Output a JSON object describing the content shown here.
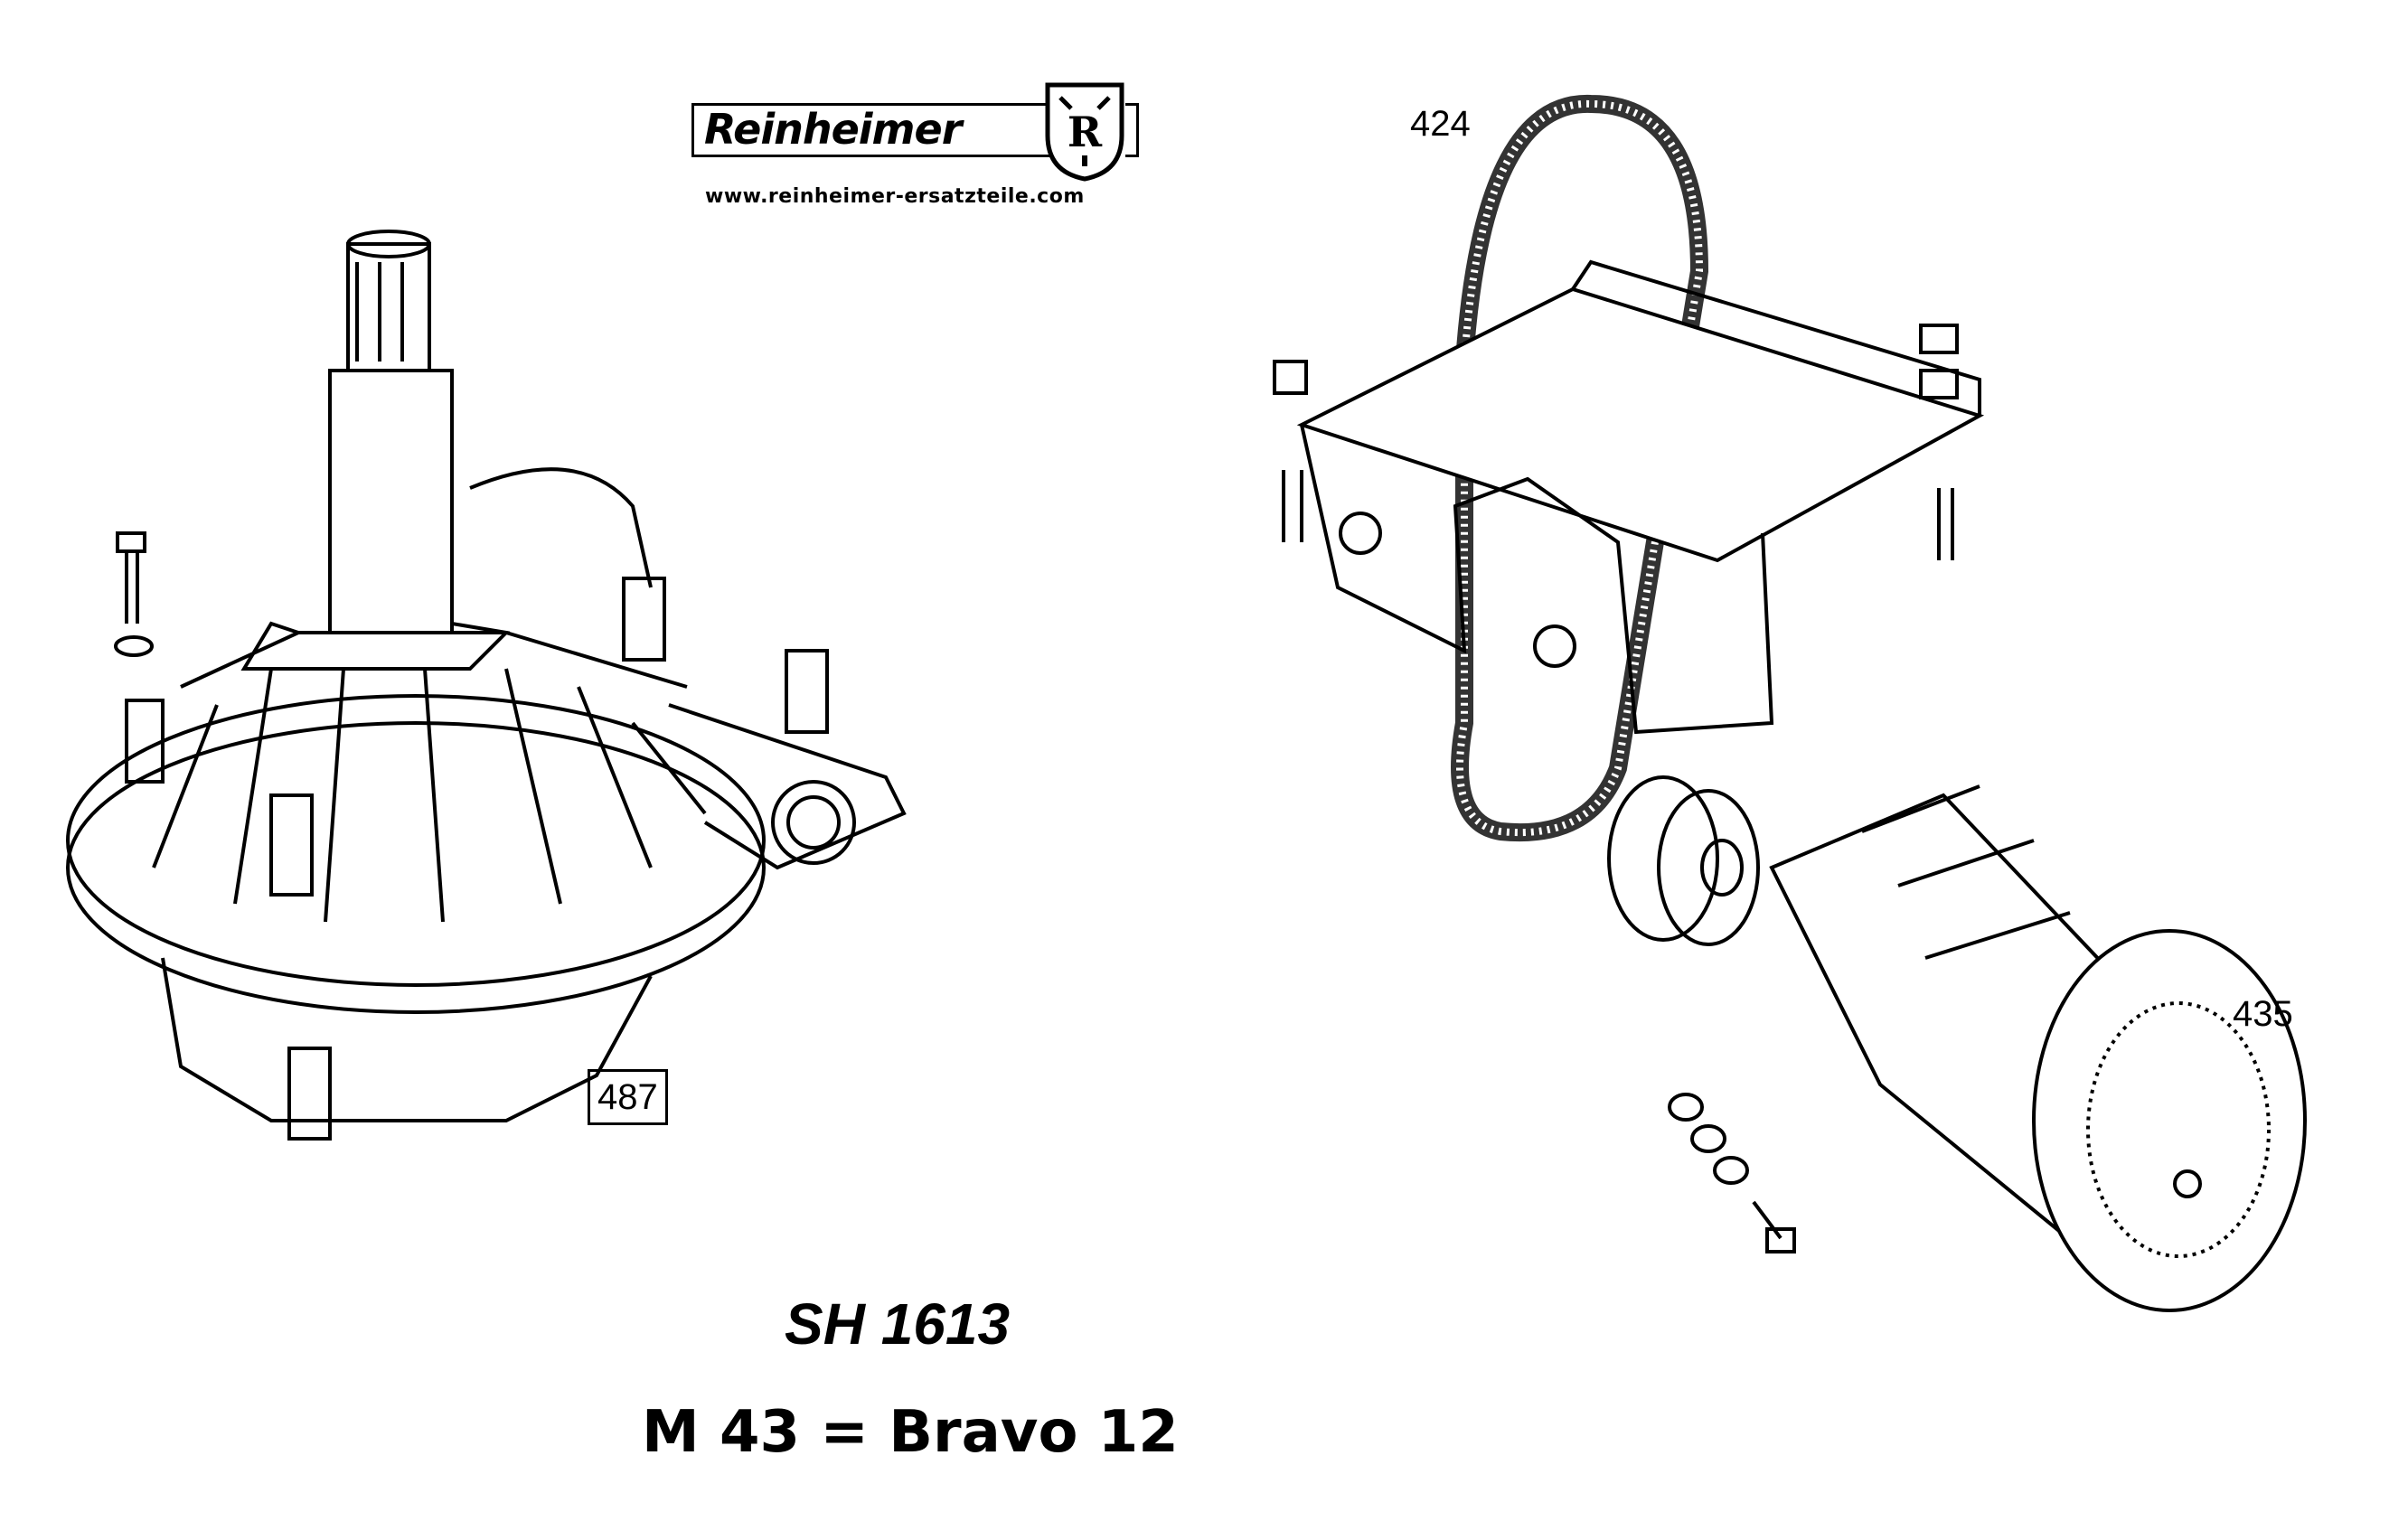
{
  "logo": {
    "brand": "Reinheimer",
    "emblem_letter": "R"
  },
  "url": "www.reinheimer-ersatzteile.com",
  "callouts": {
    "part_424": "424",
    "part_435": "435",
    "part_487": "487"
  },
  "drawing_code": "SH 1613",
  "model_line": "M 43 = Bravo 12",
  "icons": {
    "gearbox": "gearbox-drawing",
    "motor": "motor-assembly-drawing"
  }
}
